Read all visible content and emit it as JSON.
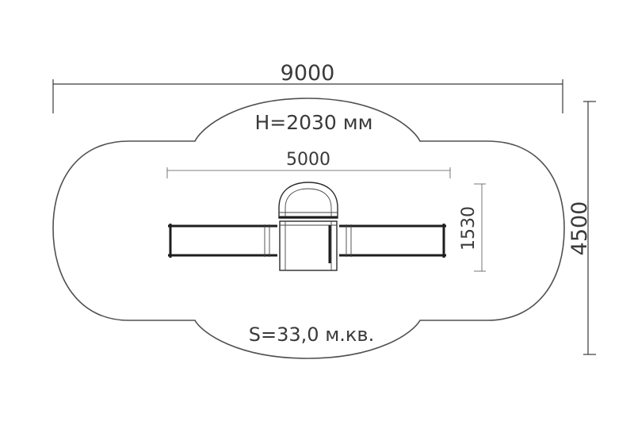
{
  "dimensions": {
    "overall_length": "9000",
    "overall_width": "4500",
    "equipment_length": "5000",
    "equipment_width": "1530"
  },
  "labels": {
    "height": "H=2030 мм",
    "area": "S=33,0 м.кв."
  },
  "colors": {
    "line": "#3a3a3a",
    "zone_outline": "#505050",
    "equipment": "#1e1e1e",
    "background": "#ffffff"
  }
}
